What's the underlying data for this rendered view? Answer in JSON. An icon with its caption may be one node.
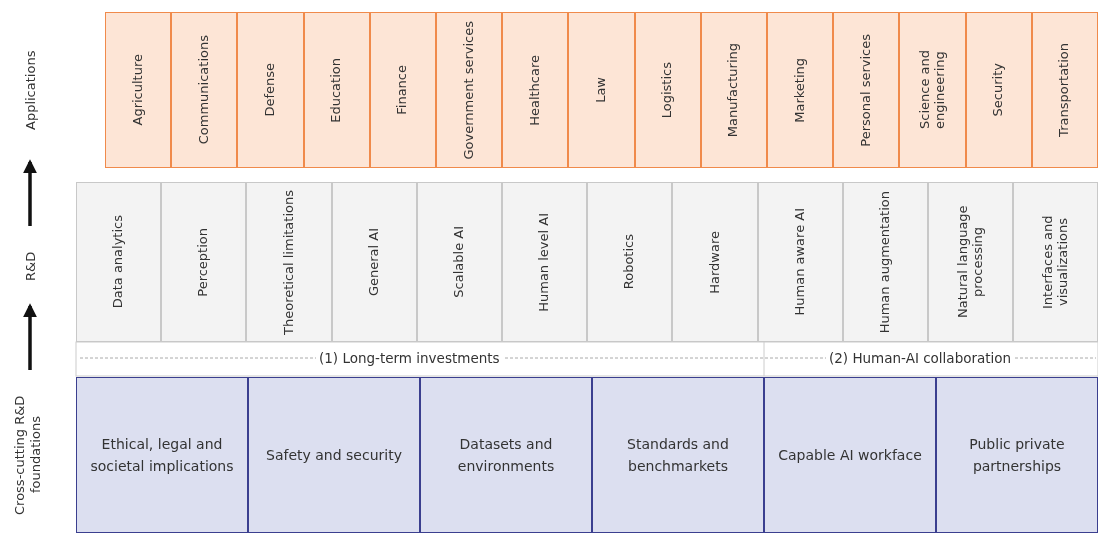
{
  "diagram": {
    "nodes": [
      {
        "text": [
          "Agriculture"
        ]
      },
      {
        "text": [
          "Communications"
        ]
      },
      {
        "text": [
          "Defense"
        ]
      },
      {
        "text": [
          "Education"
        ]
      },
      {
        "text": [
          "Finance"
        ]
      },
      {
        "text": [
          "Government services"
        ]
      },
      {
        "text": [
          "Healthcare"
        ]
      },
      {
        "text": [
          "Law"
        ]
      },
      {
        "text": [
          "Logistics"
        ]
      },
      {
        "text": [
          "Manufacturing"
        ]
      },
      {
        "text": [
          "Marketing"
        ]
      },
      {
        "text": [
          "Personal services"
        ]
      },
      {
        "text": [
          "Science and engineering"
        ]
      },
      {
        "text": [
          "Security"
        ]
      },
      {
        "text": [
          "Transportation"
        ]
      },
      {
        "text": [
          "Data analytics"
        ]
      },
      {
        "text": [
          "Perception"
        ]
      },
      {
        "text": [
          "Theoretical limitations"
        ]
      },
      {
        "text": [
          "General AI"
        ]
      },
      {
        "text": [
          "Scalable AI"
        ]
      },
      {
        "text": [
          "Human level AI"
        ]
      },
      {
        "text": [
          "Robotics"
        ]
      },
      {
        "text": [
          "Hardware"
        ]
      },
      {
        "text": [
          "Human aware AI"
        ]
      },
      {
        "text": [
          "Human augmentation"
        ]
      },
      {
        "text": [
          "Natural language processing"
        ]
      },
      {
        "text": [
          "Interfaces and visualizations"
        ]
      },
      {
        "text": [
          "Ethical, legal and societal implications"
        ]
      },
      {
        "text": [
          "Safety and security"
        ]
      },
      {
        "text": [
          "Datasets and environments"
        ]
      },
      {
        "text": [
          "Standards and benchmarkets"
        ]
      },
      {
        "text": [
          "Capable AI workface"
        ]
      },
      {
        "text": [
          "Public private partnerships"
        ]
      }
    ],
    "edges": [],
    "labels": [
      "Applications",
      "R&D",
      "Cross-cutting R&D foundations",
      "(1) Long-term investments",
      "(2) Human-AI collaboration"
    ]
  }
}
